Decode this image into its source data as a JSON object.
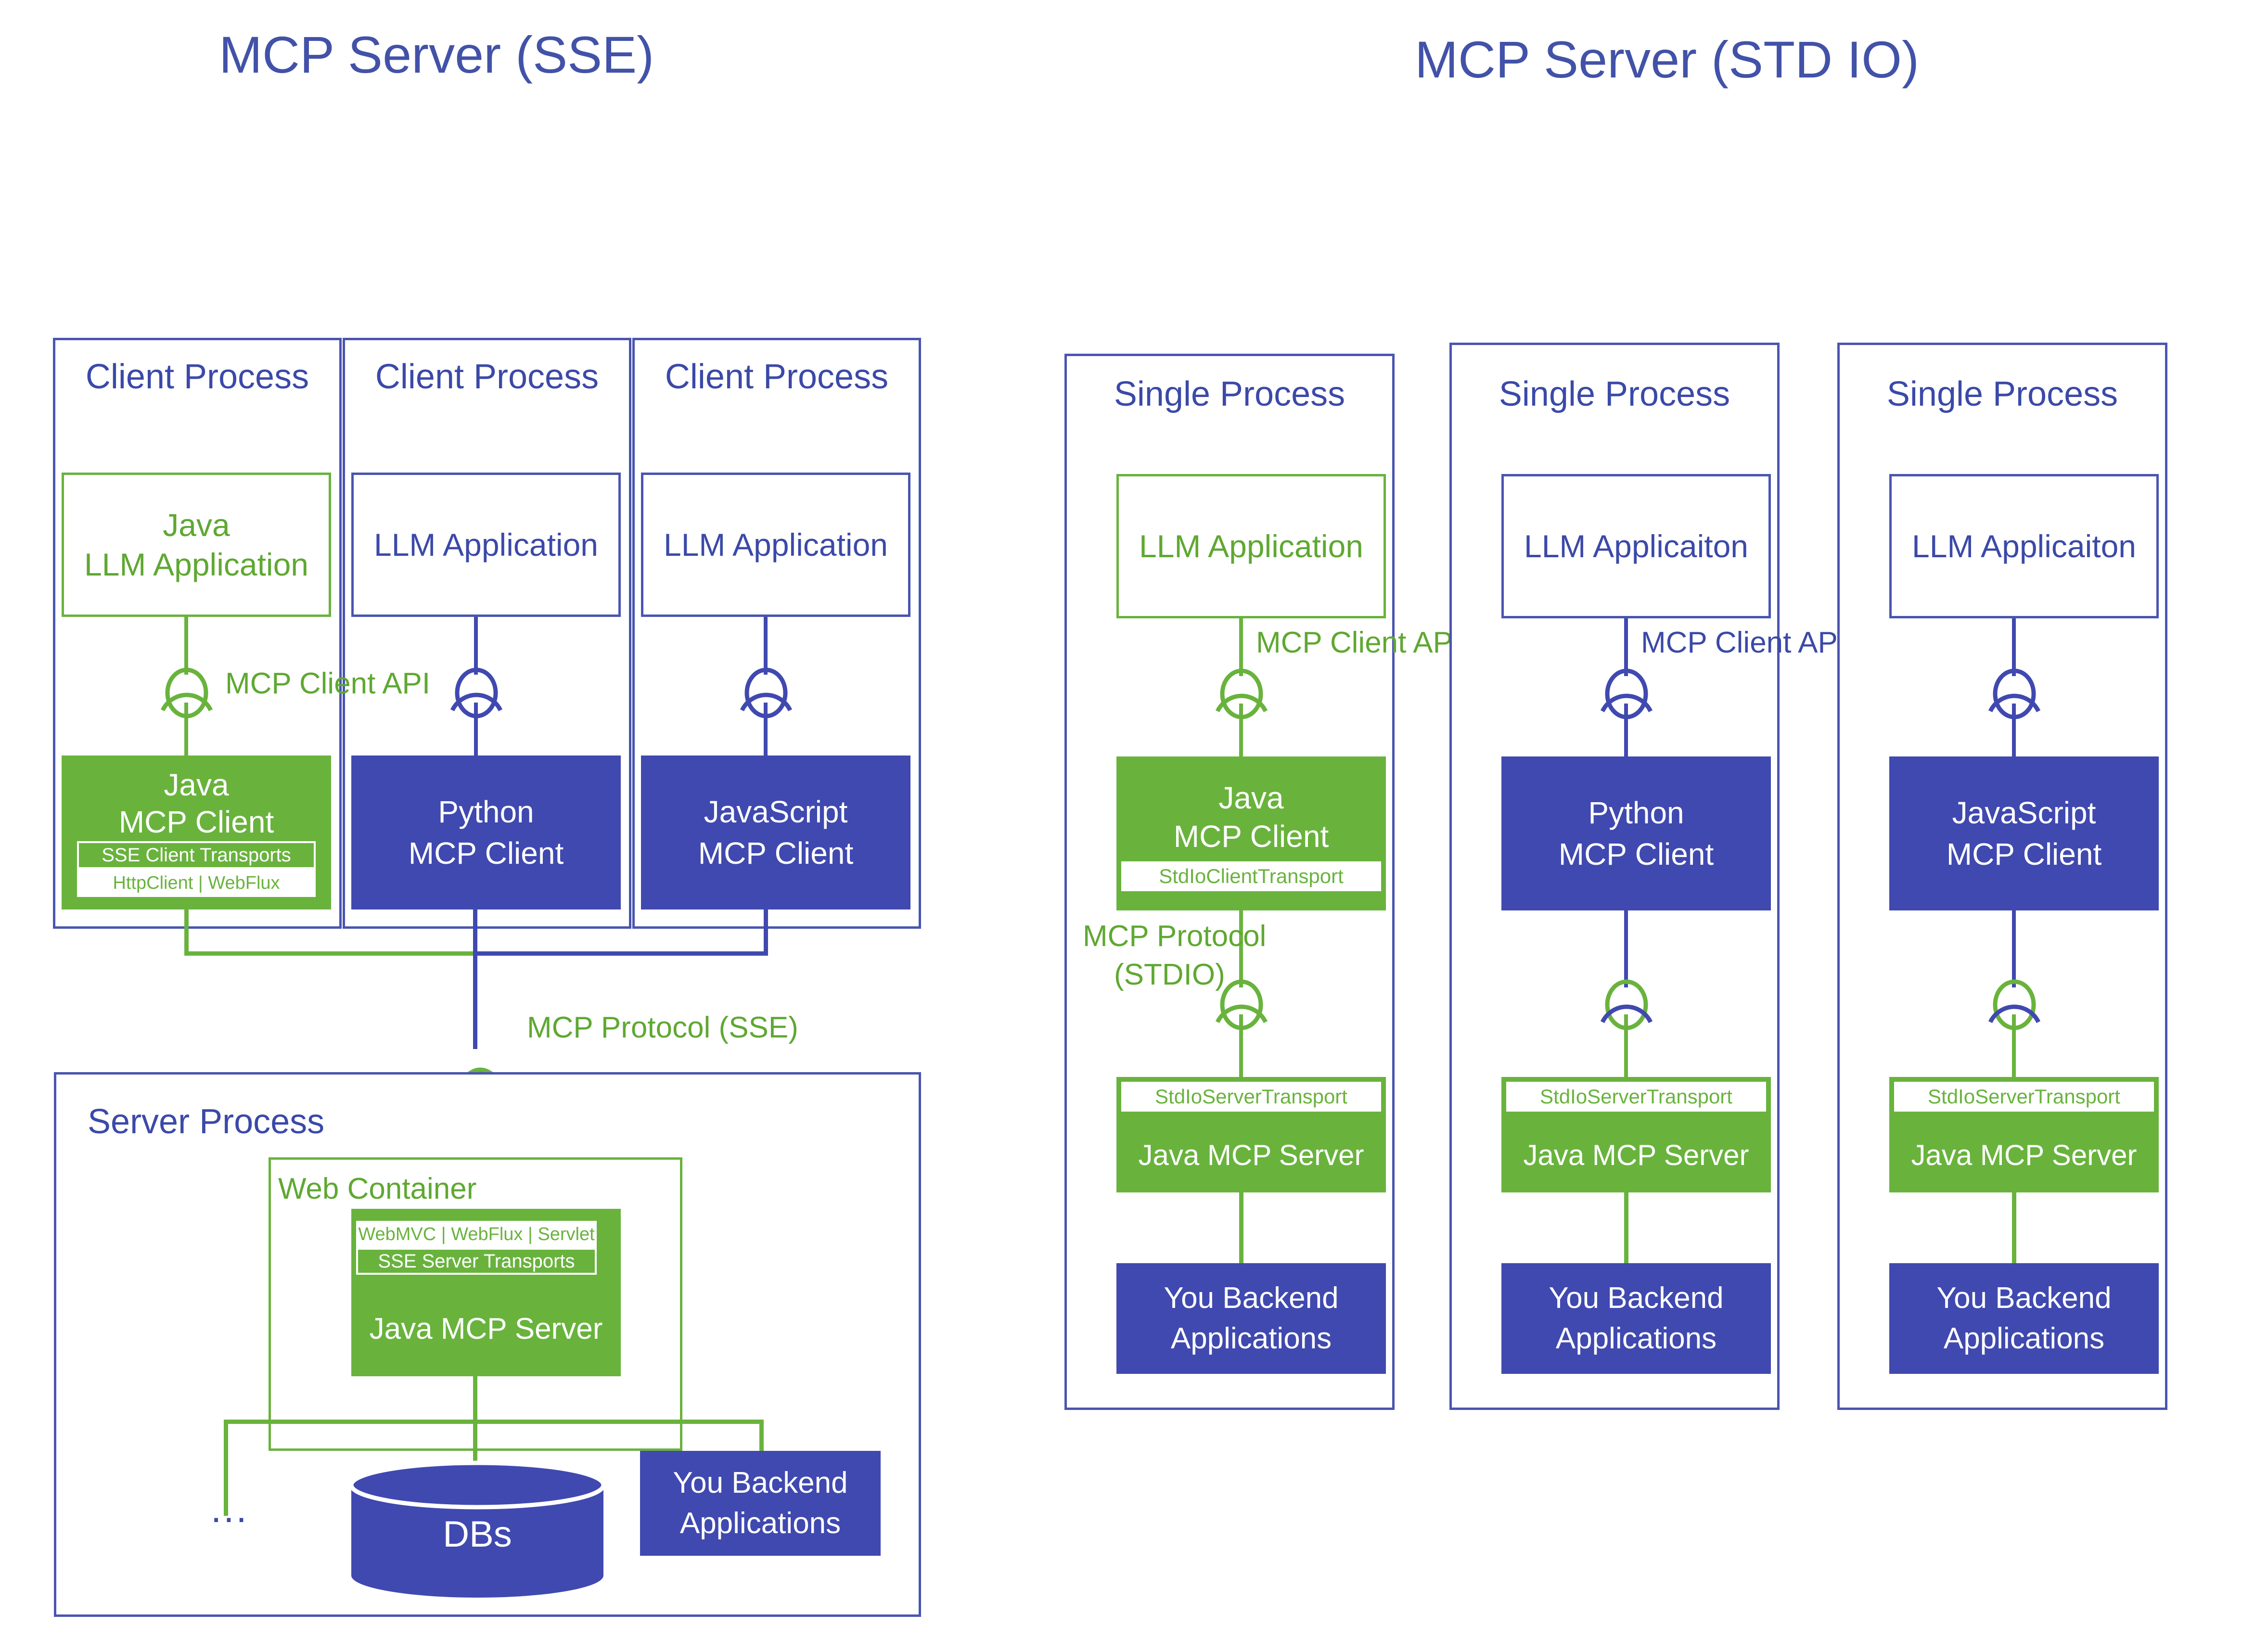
{
  "diagram": {
    "title_left": "MCP Server (SSE)",
    "title_right": "MCP Server (STD IO)",
    "colors": {
      "title_blue": "#4252A8",
      "frame_blue": "#4A55B0",
      "fill_blue": "#4049AF",
      "fill_green": "#69B33D",
      "outline_green": "#6AB23E",
      "text_green": "#5FA832",
      "text_blue": "#3B49A8",
      "background": "#FFFFFF"
    }
  },
  "sse": {
    "columns": [
      {
        "frame_title": "Client Process",
        "app_line1": "Java",
        "app_line2": "LLM Application",
        "app_style": "outline-green",
        "connector_label": "MCP Client API",
        "connector_color": "green",
        "client_line1": "Java",
        "client_line2": "MCP Client",
        "client_style": "fill-green",
        "strip_top": "SSE Client Transports",
        "strip_bottom": "HttpClient | WebFlux"
      },
      {
        "frame_title": "Client Process",
        "app_line1": "LLM Application",
        "app_style": "outline-blue",
        "connector_label": "",
        "connector_color": "blue",
        "client_line1": "Python",
        "client_line2": "MCP Client",
        "client_style": "fill-blue"
      },
      {
        "frame_title": "Client Process",
        "app_line1": "LLM Application",
        "app_style": "outline-blue",
        "connector_label": "",
        "connector_color": "blue",
        "client_line1": "JavaScript",
        "client_line2": "MCP Client",
        "client_style": "fill-blue"
      }
    ],
    "protocol_label": "MCP Protocol (SSE)",
    "server": {
      "frame_title": "Server Process",
      "web_container_title": "Web Container",
      "transport_row": "WebMVC | WebFlux | Servlet",
      "transport_name": "SSE Server Transports",
      "server_name": "Java MCP Server",
      "db_label": "DBs",
      "backend_line1": "You Backend",
      "backend_line2": "Applications",
      "ellipsis": "..."
    }
  },
  "stdio": {
    "columns": [
      {
        "frame_title": "Single Process",
        "app_label": "LLM Application",
        "app_style": "outline-green",
        "client_api_label": "MCP Client API",
        "accent": "green",
        "client_line1": "Java",
        "client_line2": "MCP Client",
        "client_style": "fill-green",
        "client_transport": "StdIoClientTransport",
        "protocol_line1": "MCP Protocol",
        "protocol_line2": "(STDIO)",
        "server_transport": "StdIoServerTransport",
        "server_name": "Java MCP Server",
        "backend_line1": "You Backend",
        "backend_line2": "Applications"
      },
      {
        "frame_title": "Single Process",
        "app_label": "LLM Applicaiton",
        "app_style": "outline-blue",
        "client_api_label": "MCP Client API",
        "accent": "blue",
        "client_line1": "Python",
        "client_line2": "MCP Client",
        "client_style": "fill-blue",
        "client_transport": "",
        "protocol_line1": "",
        "protocol_line2": "",
        "server_transport": "StdIoServerTransport",
        "server_name": "Java MCP Server",
        "backend_line1": "You Backend",
        "backend_line2": "Applications"
      },
      {
        "frame_title": "Single Process",
        "app_label": "LLM Applicaiton",
        "app_style": "outline-blue",
        "client_api_label": "",
        "accent": "blue",
        "client_line1": "JavaScript",
        "client_line2": "MCP Client",
        "client_style": "fill-blue",
        "client_transport": "",
        "protocol_line1": "",
        "protocol_line2": "",
        "server_transport": "StdIoServerTransport",
        "server_name": "Java MCP Server",
        "backend_line1": "You Backend",
        "backend_line2": "Applications"
      }
    ]
  }
}
